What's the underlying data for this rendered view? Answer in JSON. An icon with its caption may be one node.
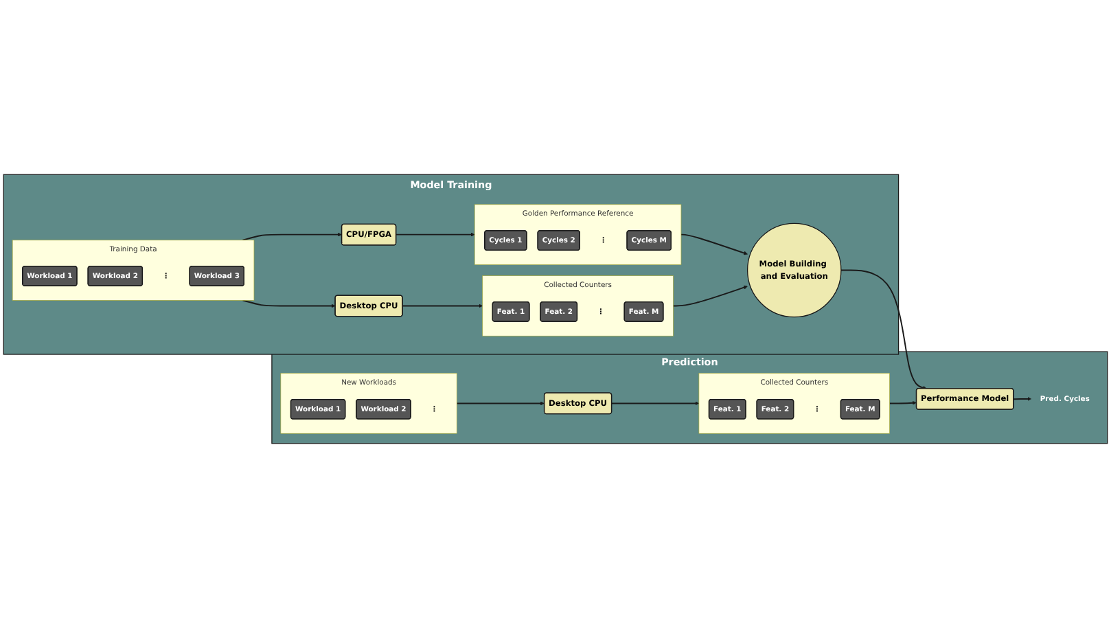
{
  "diagram": {
    "nodes": [
      {
        "text": [
          "Model Training"
        ]
      },
      {
        "text": [
          "Training Data"
        ],
        "in": 0
      },
      {
        "text": [
          "Workload 1"
        ],
        "in": 1
      },
      {
        "text": [
          "Workload 2"
        ],
        "in": 1
      },
      {
        "text": [
          "⋮"
        ],
        "in": 1
      },
      {
        "text": [
          "Workload 3"
        ],
        "in": 1
      },
      {
        "text": [
          "CPU/FPGA"
        ],
        "in": 0
      },
      {
        "text": [
          "Desktop CPU"
        ],
        "in": 0
      },
      {
        "text": [
          "Golden Performance Reference"
        ],
        "in": 0
      },
      {
        "text": [
          "Cycles 1"
        ],
        "in": 8
      },
      {
        "text": [
          "Cycles 2"
        ],
        "in": 8
      },
      {
        "text": [
          "⋮"
        ],
        "in": 8
      },
      {
        "text": [
          "Cycles M"
        ],
        "in": 8
      },
      {
        "text": [
          "Collected Counters"
        ],
        "in": 0
      },
      {
        "text": [
          "Feat. 1"
        ],
        "in": 13
      },
      {
        "text": [
          "Feat. 2"
        ],
        "in": 13
      },
      {
        "text": [
          "⋮"
        ],
        "in": 13
      },
      {
        "text": [
          "Feat. M"
        ],
        "in": 13
      },
      {
        "text": [
          "Model Building and Evaluation"
        ],
        "in": 0
      },
      {
        "text": [
          "Prediction"
        ]
      },
      {
        "text": [
          "New Workloads"
        ],
        "in": 19
      },
      {
        "text": [
          "Workload 1"
        ],
        "in": 20
      },
      {
        "text": [
          "Workload 2"
        ],
        "in": 20
      },
      {
        "text": [
          "⋮"
        ],
        "in": 20
      },
      {
        "text": [
          "Desktop CPU"
        ],
        "in": 19
      },
      {
        "text": [
          "Collected Counters"
        ],
        "in": 19
      },
      {
        "text": [
          "Feat. 1"
        ],
        "in": 25
      },
      {
        "text": [
          "Feat. 2"
        ],
        "in": 25
      },
      {
        "text": [
          "⋮"
        ],
        "in": 25
      },
      {
        "text": [
          "Feat. M"
        ],
        "in": 25
      },
      {
        "text": [
          "Performance Model"
        ],
        "in": 19
      },
      {
        "text": [
          "Pred. Cycles"
        ],
        "in": 19
      }
    ],
    "edges": [
      {
        "from": 1,
        "to": 6,
        "arrow": "to"
      },
      {
        "from": 1,
        "to": 7,
        "arrow": "to"
      },
      {
        "from": 6,
        "to": 8,
        "arrow": "to"
      },
      {
        "from": 7,
        "to": 13,
        "arrow": "to"
      },
      {
        "from": 8,
        "to": 18,
        "arrow": "to"
      },
      {
        "from": 13,
        "to": 18,
        "arrow": "to"
      },
      {
        "from": 18,
        "to": 30,
        "arrow": "to"
      },
      {
        "from": 20,
        "to": 24,
        "arrow": "to"
      },
      {
        "from": 24,
        "to": 25,
        "arrow": "to"
      },
      {
        "from": 25,
        "to": 30,
        "arrow": "to"
      },
      {
        "from": 30,
        "to": 31,
        "arrow": "to"
      }
    ]
  }
}
